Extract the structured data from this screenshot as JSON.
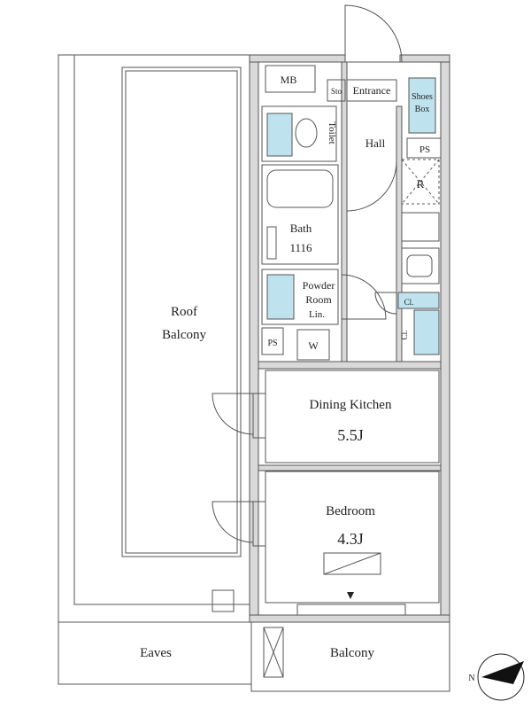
{
  "rooms": {
    "roof_balcony": [
      "Roof",
      "Balcony"
    ],
    "mb": "MB",
    "sto": "Sto",
    "entrance": "Entrance",
    "shoes_box": [
      "Shoes",
      "Box"
    ],
    "toilet": "Toilet",
    "hall": "Hall",
    "ps_top": "PS",
    "refrigerator": "R",
    "bath": [
      "Bath",
      "1116"
    ],
    "powder_room": [
      "Powder",
      "Room"
    ],
    "lin": "Lin.",
    "ps_bottom": "PS",
    "wm": "W",
    "closet_1": "Cl.",
    "closet_2": "Cl.",
    "dining_kitchen": "Dining Kitchen",
    "dining_kitchen_size": "5.5J",
    "bedroom": "Bedroom",
    "bedroom_size": "4.3J",
    "eaves": "Eaves",
    "balcony": "Balcony"
  },
  "compass": {
    "north_label": "N"
  }
}
